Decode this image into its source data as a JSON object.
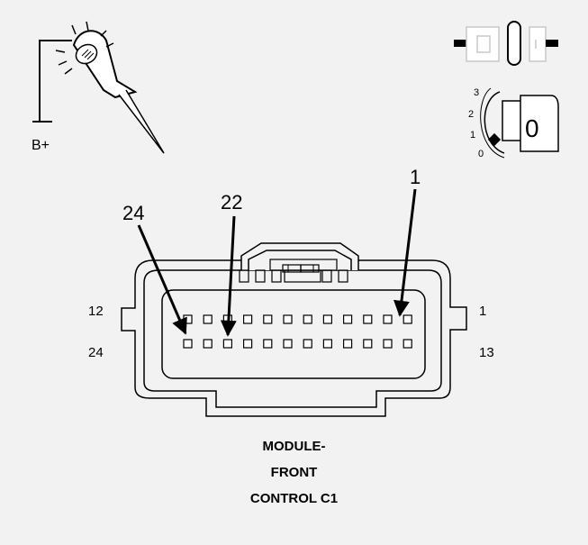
{
  "probe": {
    "label": "B+"
  },
  "ignition": {
    "positions": [
      "3",
      "2",
      "1",
      "0"
    ],
    "key_symbol": "0"
  },
  "callouts": {
    "pin24": "24",
    "pin22": "22",
    "pin1": "1"
  },
  "connector": {
    "row_labels": {
      "top_left": "12",
      "top_right": "1",
      "bottom_left": "24",
      "bottom_right": "13"
    },
    "pins_per_row": 12
  },
  "caption": {
    "line1": "MODULE-",
    "line2": "FRONT",
    "line3": "CONTROL C1"
  },
  "colors": {
    "background": "#f2f2f2",
    "line": "#000000",
    "faint": "#c8c8c8"
  }
}
